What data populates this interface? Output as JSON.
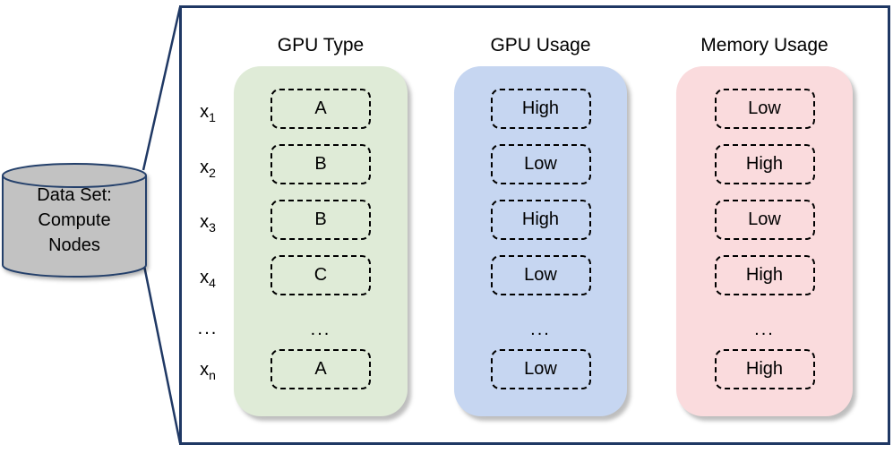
{
  "colors": {
    "frame": "#1F3864",
    "connector_line": "#1F3864",
    "cylinder_fill": "#C2C2C2",
    "cylinder_stroke": "#24406B",
    "dashed_box_border": "#000000",
    "gpu_type_bg": "#DFEBD7",
    "gpu_usage_bg": "#C6D6F1",
    "memory_usage_bg": "#FADBDD"
  },
  "dataset": {
    "lines": [
      "Data Set:",
      "Compute",
      "Nodes"
    ]
  },
  "rows": [
    {
      "base": "x",
      "sub": "1"
    },
    {
      "base": "x",
      "sub": "2"
    },
    {
      "base": "x",
      "sub": "3"
    },
    {
      "base": "x",
      "sub": "4"
    },
    {
      "base": "...",
      "sub": ""
    },
    {
      "base": "x",
      "sub": "n"
    }
  ],
  "columns": [
    {
      "header": "GPU Type",
      "bg": "#DFEBD7",
      "values": [
        "A",
        "B",
        "B",
        "C",
        "...",
        "A"
      ]
    },
    {
      "header": "GPU Usage",
      "bg": "#C6D6F1",
      "values": [
        "High",
        "Low",
        "High",
        "Low",
        "...",
        "Low"
      ]
    },
    {
      "header": "Memory Usage",
      "bg": "#FADBDD",
      "values": [
        "Low",
        "High",
        "Low",
        "High",
        "...",
        "High"
      ]
    }
  ]
}
